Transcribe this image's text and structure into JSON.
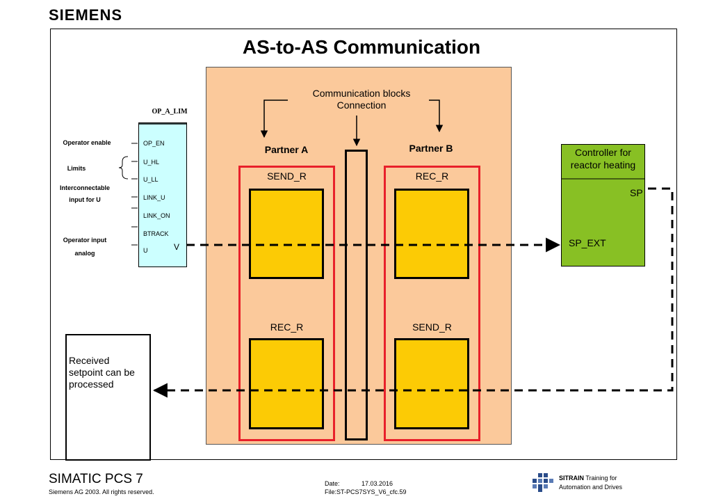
{
  "header": {
    "logo": "SIEMENS",
    "title": "AS-to-AS Communication"
  },
  "comm_blocks": {
    "line1": "Communication blocks",
    "line2": "Connection"
  },
  "partner_a": {
    "label": "Partner A",
    "top_block": "SEND_R",
    "bottom_block": "REC_R"
  },
  "partner_b": {
    "label": "Partner B",
    "top_block": "REC_R",
    "bottom_block": "SEND_R"
  },
  "function_block": {
    "name": "OP_A_LIM",
    "pins": [
      "OP_EN",
      "U_HL",
      "U_LL",
      "LINK_U",
      "LINK_ON",
      "BTRACK",
      "U"
    ],
    "output": "V"
  },
  "side_labels": {
    "operator_enable": "Operator enable",
    "limits": "Limits",
    "interconnectable_1": "Interconnectable",
    "interconnectable_2": "input for U",
    "operator_input_1": "Operator input",
    "operator_input_2": "analog"
  },
  "controller": {
    "line1": "Controller for",
    "line2": "reactor heating",
    "out": "SP",
    "in": "SP_EXT"
  },
  "received": {
    "line1": "Received",
    "line2": "setpoint can be",
    "line3": "processed"
  },
  "footer": {
    "product": "SIMATIC PCS 7",
    "copyright": "Siemens AG 2003. All rights reserved.",
    "date_label": "Date:",
    "date_value": "17.03.2016",
    "file": "File:ST-PCS7SYS_V6_cfc.59",
    "sitrain": "SITRAIN",
    "sitrain_rest": "Training for",
    "sitrain_line2": "Automation and Drives"
  },
  "colors": {
    "panel": "#fbc99b",
    "block": "#fccb05",
    "red": "#e8202a",
    "fb": "#ccffff",
    "controller": "#88c024"
  }
}
